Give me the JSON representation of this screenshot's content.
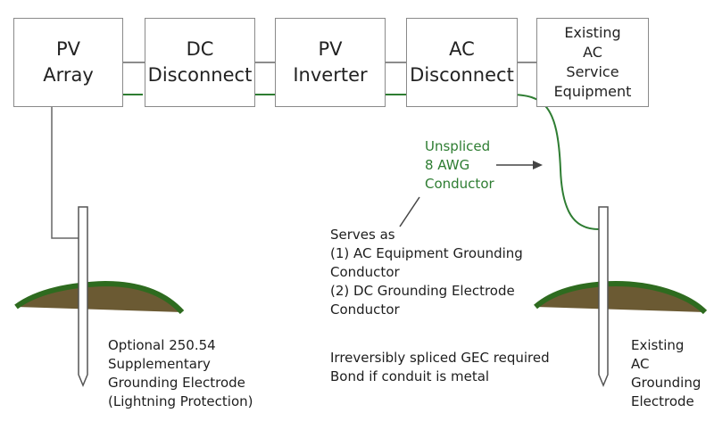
{
  "boxes": {
    "pv_array": [
      "PV",
      "Array"
    ],
    "dc_disconnect": [
      "DC",
      "Disconnect"
    ],
    "pv_inverter": [
      "PV",
      "Inverter"
    ],
    "ac_disconnect": [
      "AC",
      "Disconnect"
    ],
    "service_equipment": [
      "Existing",
      "AC",
      "Service",
      "Equipment"
    ]
  },
  "conductor_label": [
    "Unspliced",
    "8 AWG",
    "Conductor"
  ],
  "serves_as": [
    "Serves as",
    "(1) AC Equipment Grounding",
    "Conductor",
    "(2) DC Grounding Electrode",
    "Conductor"
  ],
  "gec_notes": [
    "Irreversibly spliced GEC required",
    "Bond if conduit is metal"
  ],
  "optional_electrode": [
    "Optional 250.54",
    "Supplementary",
    "Grounding Electrode",
    "(Lightning Protection)"
  ],
  "existing_electrode": [
    "Existing",
    "AC",
    "Grounding",
    "Electrode"
  ],
  "colors": {
    "box_border": "#8a8a8a",
    "wire": "#666666",
    "green_conductor": "#2e7d32",
    "grass": "#2e6b1f",
    "soil": "#6b5a33"
  }
}
